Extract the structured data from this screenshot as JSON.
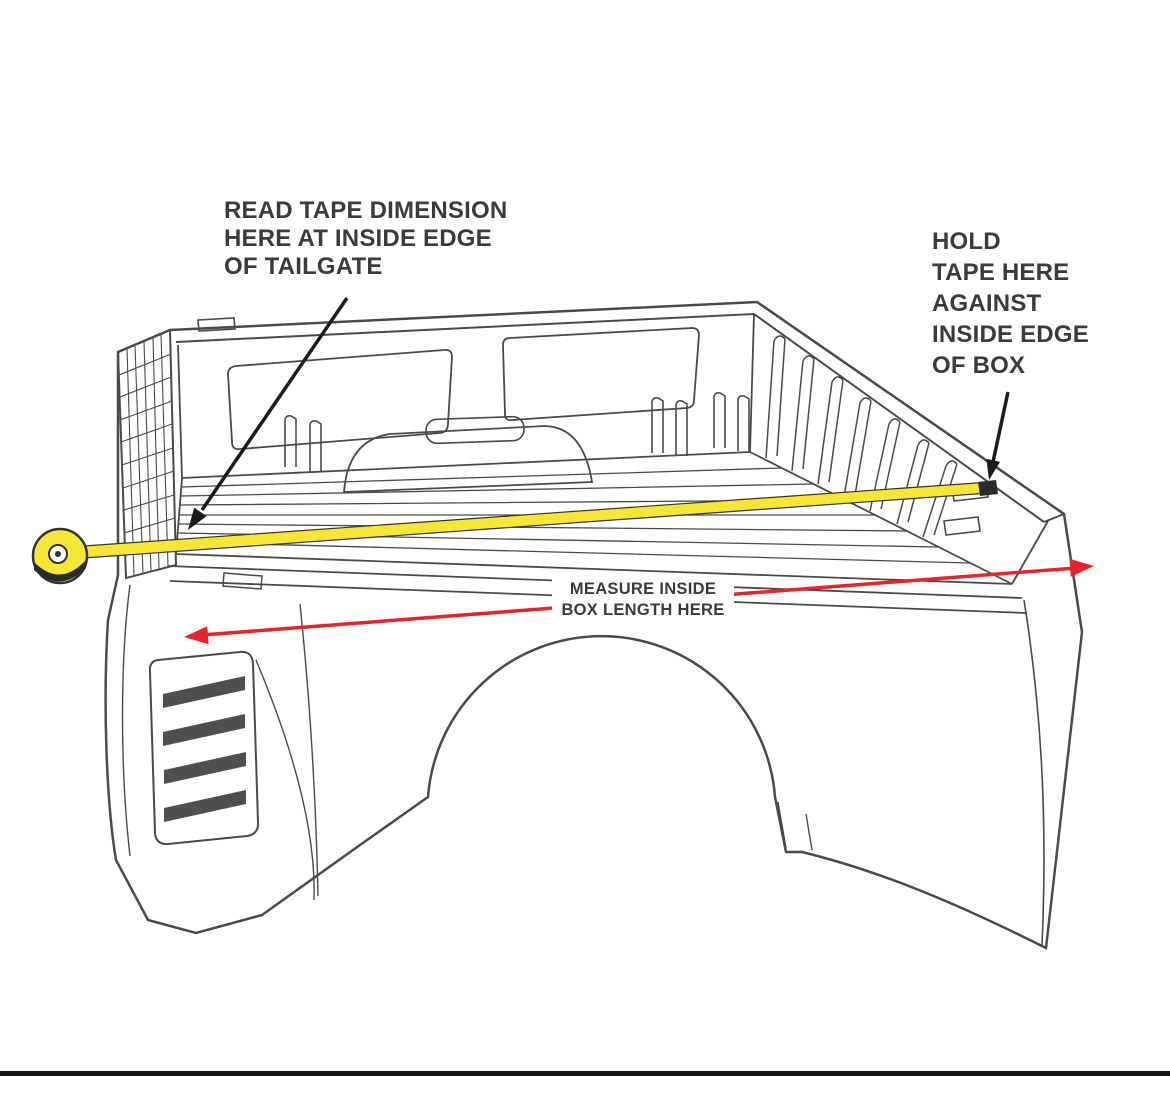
{
  "image": {
    "kind": "truck-bed-measuring-instruction-diagram",
    "background": "#ffffff"
  },
  "colors": {
    "line_ink": "#4a4a4a",
    "tape_yellow": "#f6e737",
    "arrow_red": "#e8242a",
    "pointer_black": "#1c1c1c",
    "text": "#3b3b3b"
  },
  "annotations": {
    "read_tape": {
      "lines": [
        "READ TAPE DIMENSION",
        "HERE AT INSIDE EDGE",
        "OF TAILGATE"
      ]
    },
    "hold_tape": {
      "lines": [
        "HOLD",
        "TAPE HERE",
        "AGAINST",
        "INSIDE EDGE",
        "OF BOX"
      ]
    },
    "measure_label": {
      "lines": [
        "MEASURE INSIDE",
        "BOX LENGTH HERE"
      ]
    }
  }
}
